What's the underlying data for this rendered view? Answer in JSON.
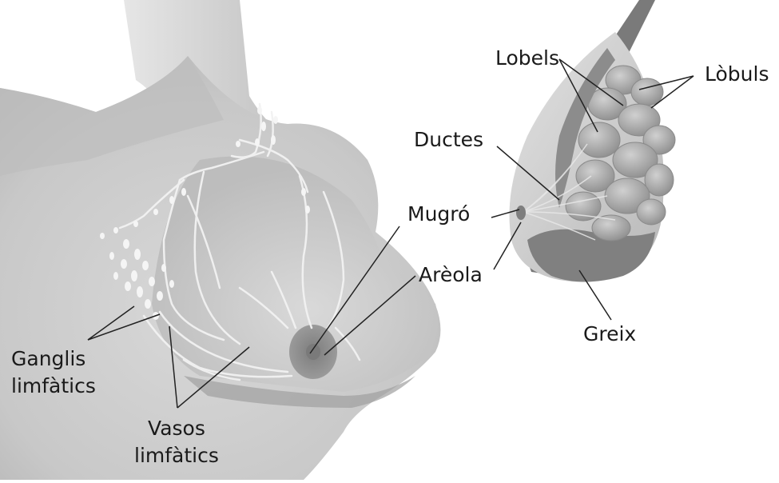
{
  "labels": {
    "lobels": "Lobels",
    "lobuls": "Lòbuls",
    "ductes": "Ductes",
    "mugro": "Mugró",
    "areola": "Arèola",
    "greix": "Greix",
    "ganglis_line1": "Ganglis",
    "ganglis_line2": "limfàtics",
    "vasos_line1": "Vasos",
    "vasos_line2": "limfàtics"
  },
  "colors": {
    "skin": "#d4d4d4",
    "skin_dark": "#a8a8a8",
    "lymph": "#f4f4f4",
    "areola": "#8a8a8a",
    "fat": "#7a7a7a",
    "lobule": "#b0b0b0",
    "leader": "#222222"
  }
}
